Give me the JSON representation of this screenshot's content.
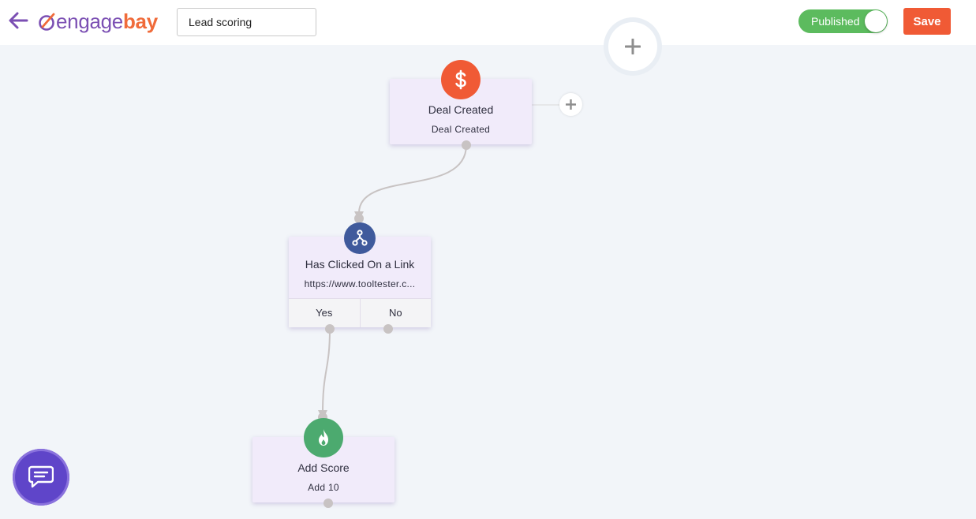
{
  "header": {
    "logo_part1": "engage",
    "logo_part2": "bay",
    "title_value": "Lead scoring",
    "status_label": "Published",
    "save_label": "Save"
  },
  "colors": {
    "brand_purple": "#7b4fb3",
    "brand_orange": "#f06b3a",
    "published_green": "#5cbb5e",
    "save_red": "#f05a35",
    "deal_icon": "#f05a35",
    "condition_icon": "#3f5a9c",
    "score_icon": "#4caa6f",
    "node_bg": "#f1ebfa"
  },
  "icons": {
    "back": "arrow-left-icon",
    "deal": "dollar-icon",
    "condition": "branch-icon",
    "score": "flame-icon",
    "add": "plus-icon",
    "chat": "chat-icon"
  },
  "nodes": {
    "deal_created": {
      "title": "Deal Created",
      "subtitle": "Deal Created"
    },
    "clicked_link": {
      "title": "Has Clicked On a Link",
      "subtitle": "https://www.tooltester.c...",
      "yes_label": "Yes",
      "no_label": "No"
    },
    "add_score": {
      "title": "Add Score",
      "subtitle": "Add 10"
    }
  }
}
